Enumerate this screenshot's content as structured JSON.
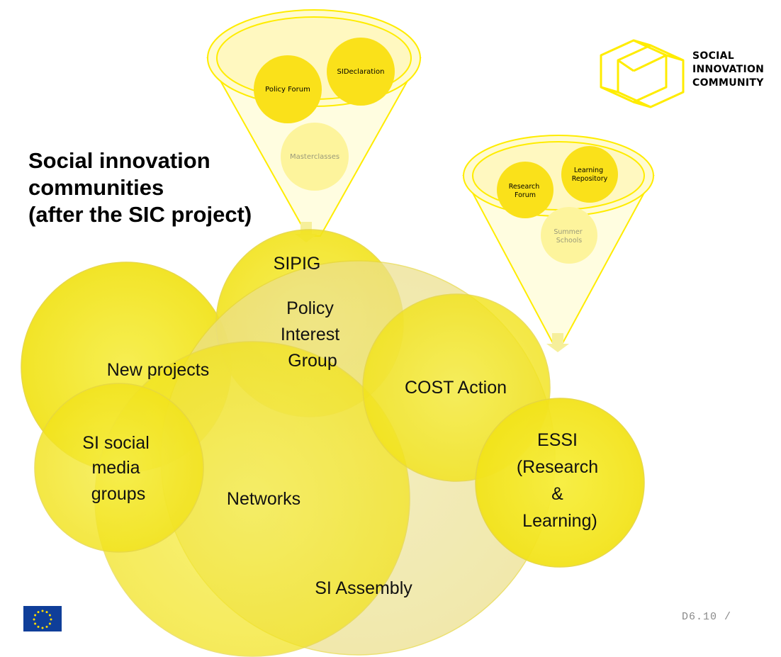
{
  "title": {
    "lines": [
      "Social innovation",
      "communities",
      "(after the SIC project)"
    ]
  },
  "logo": {
    "lines": [
      "SOCIAL",
      "INNOVATION",
      "COMMUNITY"
    ]
  },
  "funnels": {
    "policy": {
      "items": [
        "Policy Forum",
        "SIDeclaration",
        "Masterclasses"
      ]
    },
    "research": {
      "items": [
        [
          "Research",
          "Forum"
        ],
        [
          "Learning",
          "Repository"
        ],
        [
          "Summer",
          "Schools"
        ]
      ]
    }
  },
  "circles": {
    "sipig": {
      "label": "SIPIG"
    },
    "policy_interest_group": {
      "lines": [
        "Policy",
        "Interest",
        "Group"
      ]
    },
    "new_projects": {
      "label": "New projects"
    },
    "cost_action": {
      "label": "COST Action"
    },
    "social_media": {
      "lines": [
        "SI social",
        "media",
        "groups"
      ]
    },
    "networks": {
      "label": "Networks"
    },
    "assembly": {
      "label": "SI Assembly"
    },
    "essi": {
      "lines": [
        "ESSI",
        "(Research",
        "&",
        "Learning)"
      ]
    }
  },
  "footer": {
    "page_ref": "D6.10 /"
  },
  "colors": {
    "yellow": "#ffec00",
    "circle_fill": "#f4e800",
    "outline": "#e8d84a",
    "text": "#000000",
    "eu_blue": "#0f3e99",
    "eu_star": "#ffdd00"
  }
}
